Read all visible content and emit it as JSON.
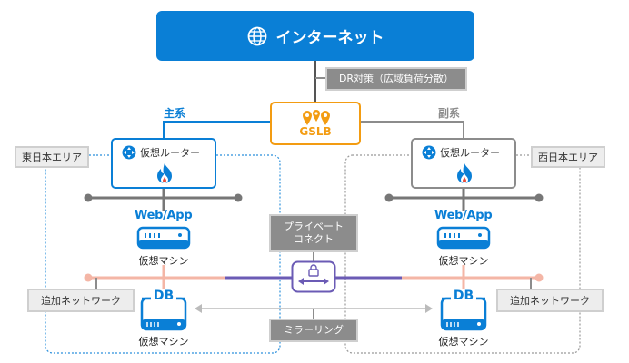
{
  "internet": {
    "label": "インターネット",
    "icon": "globe-icon",
    "color": "#0a7fd6"
  },
  "dr_label": "DR対策（広域負荷分散）",
  "gslb": {
    "label": "GSLB",
    "icon": "location-pins-icon",
    "color": "#f39c12"
  },
  "branches": {
    "primary": "主系",
    "secondary": "副系"
  },
  "regions": {
    "east": "東日本エリア",
    "west": "西日本エリア"
  },
  "router": {
    "label": "仮想ルーター",
    "icon": "router-icon",
    "firewall_icon": "flame-icon"
  },
  "webapp": {
    "label": "Web/App"
  },
  "vm": {
    "label": "仮想マシン"
  },
  "db": {
    "label": "DB"
  },
  "private_connect": {
    "label_line1": "プライベート",
    "label_line2": "コネクト",
    "icon": "lock-icon"
  },
  "additional_network": "追加ネットワーク",
  "mirroring": "ミラーリング",
  "colors": {
    "primary_blue": "#0a7fd6",
    "gray": "#8c8c8c",
    "salmon": "#f4b6a6",
    "purple": "#6b5bb5",
    "orange": "#f39c12"
  }
}
